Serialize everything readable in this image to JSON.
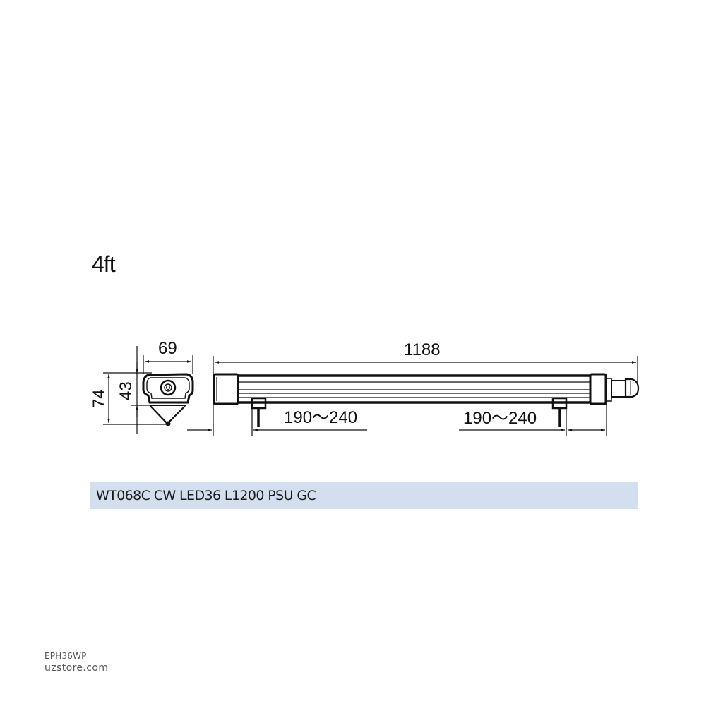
{
  "header": {
    "size_label": "4ft"
  },
  "drawing": {
    "end_view": {
      "width_label": "69",
      "total_height_label": "74",
      "body_height_label": "43"
    },
    "side_view": {
      "length_label": "1188",
      "left_clip_range_label": "190～240",
      "right_clip_range_label": "190～240"
    },
    "line_color": "#111111"
  },
  "product": {
    "name": "WT068C CW LED36 L1200 PSU GC",
    "bar_color": "#d3deef"
  },
  "footer": {
    "code": "EPH36WP",
    "site": "uzstore.com"
  }
}
